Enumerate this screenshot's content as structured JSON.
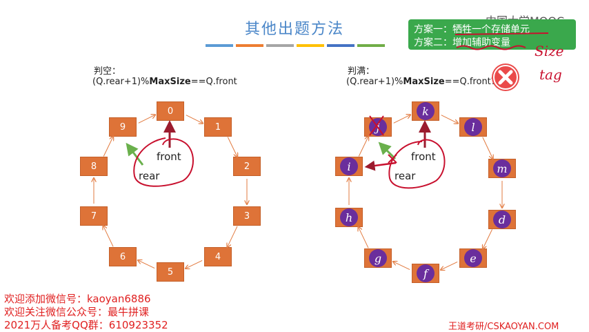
{
  "title": "其他出题方法",
  "color_bars": [
    "#5b9bd5",
    "#ed7d31",
    "#a5a5a5",
    "#ffc000",
    "#4472c4",
    "#70ad47"
  ],
  "options": {
    "option1": "方案一：牺牲一个存储单元",
    "option2": "方案二：增加辅助变量"
  },
  "mooc_logo": "中国大学MOOC",
  "left": {
    "label": "判空：",
    "formula_prefix": "(Q.rear+1)%",
    "formula_bold": "MaxSize",
    "formula_suffix": "==Q.front",
    "nodes": [
      "0",
      "1",
      "2",
      "3",
      "4",
      "5",
      "6",
      "7",
      "8",
      "9"
    ],
    "front_label": "front",
    "rear_label": "rear"
  },
  "right": {
    "label": "判满：",
    "formula_prefix": "(Q.rear+1)%",
    "formula_bold": "MaxSize",
    "formula_suffix": "==Q.front?",
    "elements": [
      "k",
      "l",
      "m",
      "d",
      "e",
      "f",
      "g",
      "h",
      "i",
      "j"
    ],
    "front_label": "front",
    "rear_label": "rear"
  },
  "handwriting": {
    "size": "Size",
    "tag": "tag"
  },
  "watermark": {
    "line1": "欢迎添加微信号：kaoyan6886",
    "line2": "欢迎关注微信公众号：最牛拼课",
    "line3": "2021万人备考QQ群：610923352"
  },
  "footer_brand": "王道考研/CSKAOYAN.COM",
  "icons": {
    "close": "close-icon"
  }
}
